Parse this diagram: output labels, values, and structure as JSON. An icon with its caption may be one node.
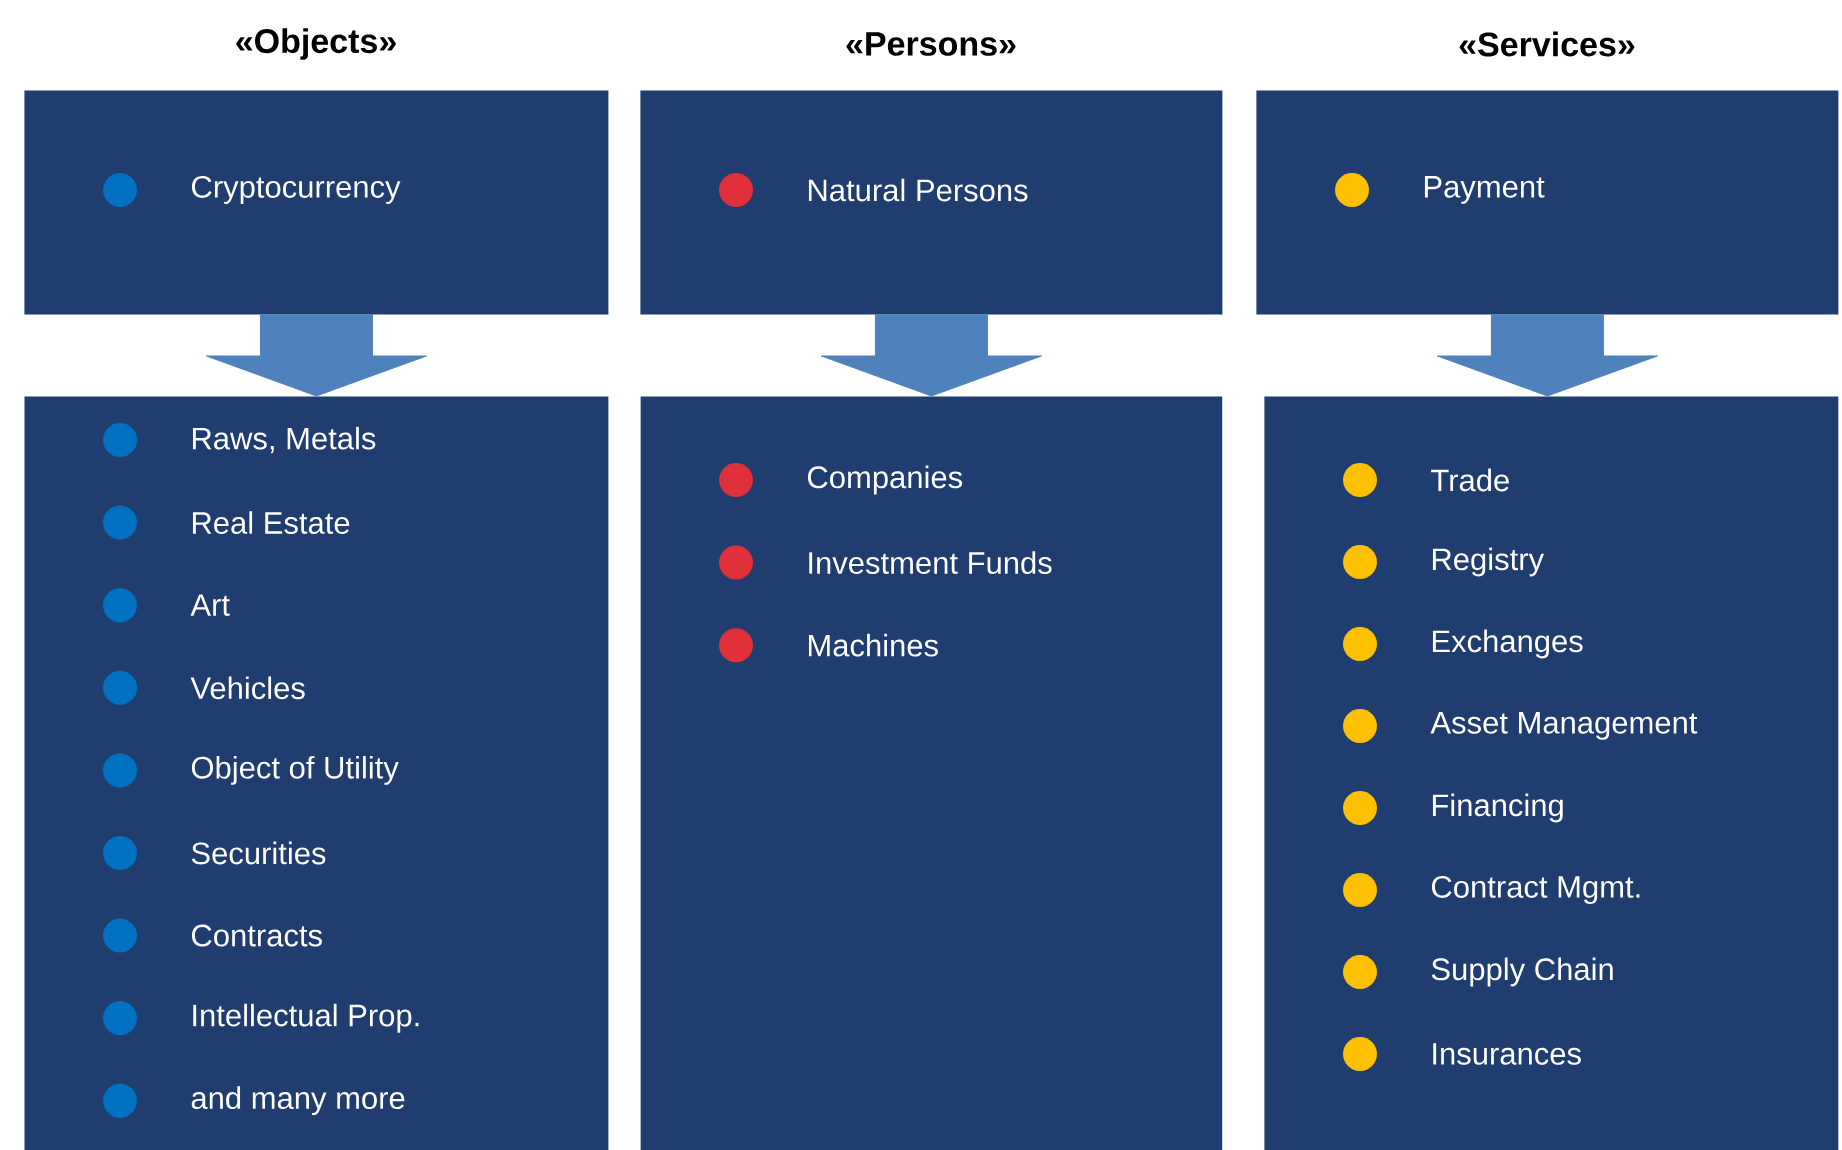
{
  "diagram": {
    "nodes": [
      {
        "text": [
          "«Objects»",
          "Cryptocurrency"
        ]
      },
      {
        "text": [
          "Raws, Metals",
          "Real Estate",
          "Art",
          "Vehicles",
          "Object of Utility",
          "Securities",
          "Contracts",
          "Intellectual Prop.",
          "and many more"
        ]
      },
      {
        "text": [
          "«Persons»",
          "Natural Persons"
        ]
      },
      {
        "text": [
          "Companies",
          "Investment Funds",
          "Machines"
        ]
      },
      {
        "text": [
          "«Services»",
          "Payment"
        ]
      },
      {
        "text": [
          "Trade",
          "Registry",
          "Exchanges",
          "Asset Management",
          "Financing",
          "Contract Mgmt.",
          "Supply Chain",
          "Insurances"
        ]
      }
    ],
    "edges": [
      {
        "from": 0,
        "to": 1,
        "arrow": "to"
      },
      {
        "from": 2,
        "to": 3,
        "arrow": "to"
      },
      {
        "from": 4,
        "to": 5,
        "arrow": "to"
      }
    ]
  }
}
